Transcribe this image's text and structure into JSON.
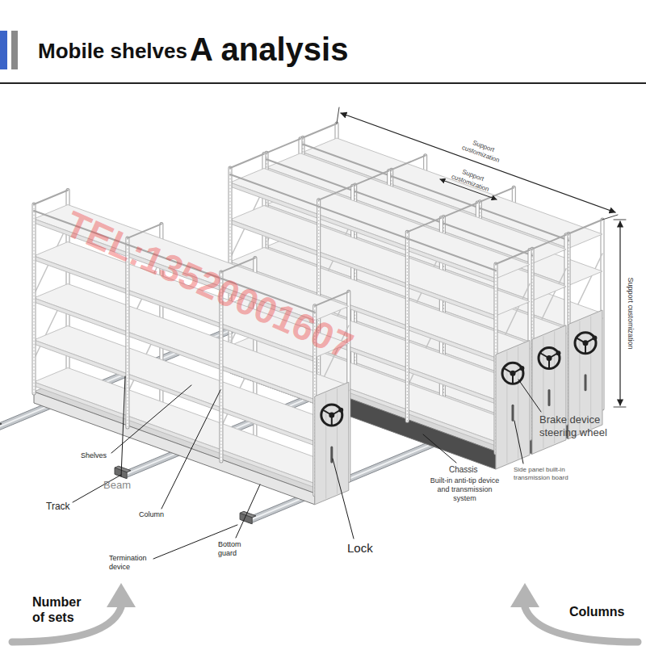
{
  "diagram": {
    "title": "Mobile shelves",
    "labels": [
      "A analysis",
      "Support customization",
      "Support customization",
      "Support customization",
      "TEL:13520001607",
      "Brake device steering wheel",
      "Shelves",
      "Chassis",
      "Side panel built-in transmission board",
      "Built-in anti-tip device and transmission system",
      "Beam",
      "Track",
      "Column",
      "Lock",
      "Bottom guard",
      "Termination device",
      "Number of sets",
      "Columns"
    ]
  }
}
